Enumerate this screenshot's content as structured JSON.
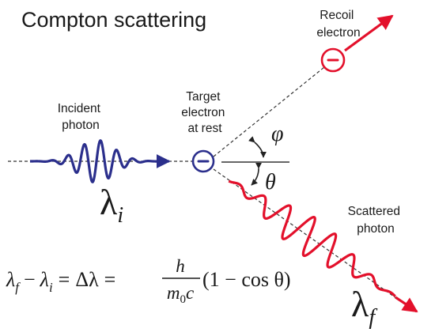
{
  "title": "Compton scattering",
  "labels": {
    "incident": [
      "Incident",
      "photon"
    ],
    "target": [
      "Target",
      "electron",
      "at rest"
    ],
    "recoil": [
      "Recoil",
      "electron"
    ],
    "scattered": [
      "Scattered",
      "photon"
    ],
    "phi": "φ",
    "theta": "θ"
  },
  "lambda_i": {
    "symbol": "λ",
    "sub": "i"
  },
  "lambda_f": {
    "symbol": "λ",
    "sub": "f"
  },
  "equation": {
    "lhs_a": "λ",
    "lhs_a_sub": "f",
    "minus1": "−",
    "lhs_b": "λ",
    "lhs_b_sub": "i",
    "eq1": "=",
    "delta": "Δλ",
    "eq2": "=",
    "numerator": "h",
    "denom_m": "m",
    "denom_sub": "0",
    "denom_c": "c",
    "tail": "(1 − cos θ)"
  },
  "colors": {
    "incident": "#2b2f8c",
    "target": "#2b2f8c",
    "recoil": "#e3102b",
    "scattered": "#e3102b"
  }
}
